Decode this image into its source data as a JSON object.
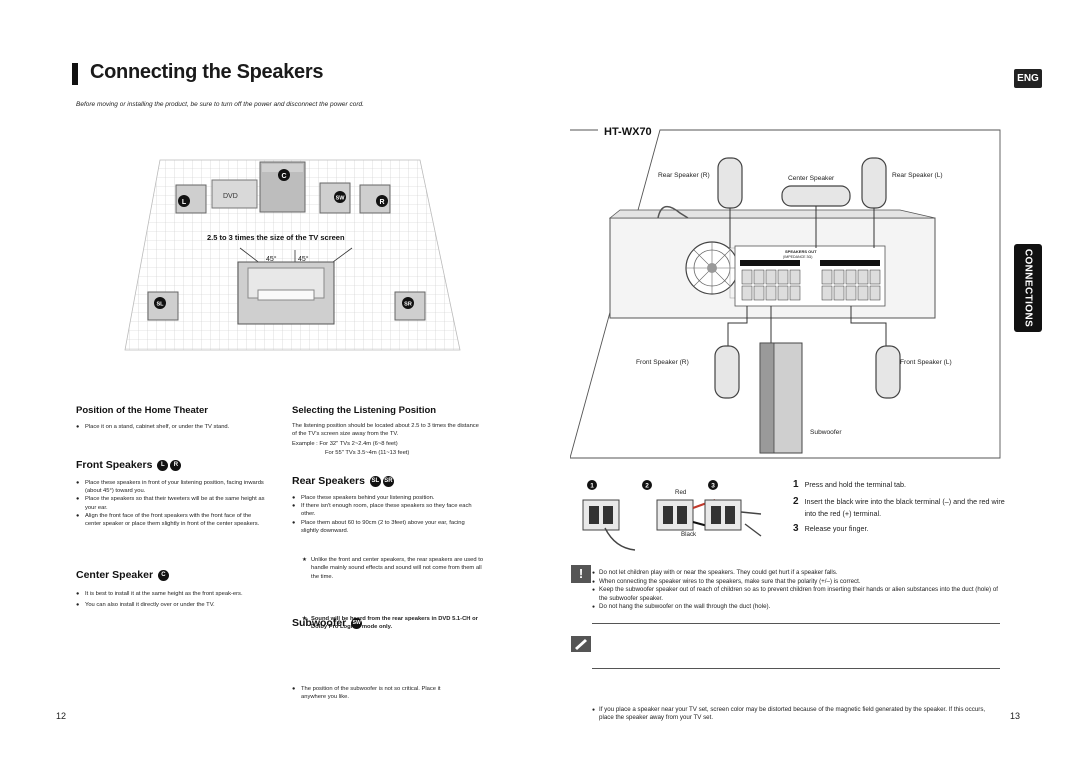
{
  "header": {
    "title": "Connecting the Speakers",
    "intro": "Before moving or installing the product, be sure to turn off the power and disconnect the power cord.",
    "lang_tab": "ENG",
    "section_tab": "CONNECTIONS"
  },
  "room_diagram": {
    "tv_label": "C",
    "dvd_label": "DVD",
    "l": "L",
    "r": "R",
    "sw": "SW",
    "sl": "SL",
    "sr": "SR",
    "distance": "2.5 to 3 times the size of the TV screen",
    "angle_left": "45°",
    "angle_right": "45°"
  },
  "left": {
    "home_theater_heading": "Position of the Home Theater",
    "home_theater_bullet": "Place it on a stand, cabinet shelf, or under the TV stand.",
    "front_heading": "Front Speakers",
    "front_badges": [
      "L",
      "R"
    ],
    "front_bullets": [
      "Place these speakers in front of your listening position, facing inwards (about 45°) toward you.",
      "Place the speakers so that their tweeters will be at the same height as your ear.",
      "Align the front face of the front speakers with the front face of the center speaker or place them slightly in front of the center speakers."
    ],
    "center_heading": "Center Speaker",
    "center_badge": "C",
    "center_bullets": [
      "It is best to install it at the same height as the front speak-ers.",
      "You can also install it directly over or under the TV."
    ]
  },
  "middle": {
    "listening_heading": "Selecting the Listening Position",
    "listening_text": "The listening position should be located about 2.5 to 3 times the distance of the TV's screen size away from the TV.",
    "listening_ex1": "Example : For 32\" TVs 2~2.4m (6~8 feet)",
    "listening_ex2": "For 55\" TVs 3.5~4m (11~13 feet)",
    "rear_heading": "Rear Speakers",
    "rear_badges": [
      "SL",
      "SR"
    ],
    "rear_bullets": [
      "Place these speakers behind your listening position.",
      "If there isn't enough room, place these speakers so they face each other.",
      "Place them about 60 to 90cm (2 to 3feet) above your ear, facing slightly downward."
    ],
    "rear_star1": "Unlike the front and center speakers, the rear speakers are used to handle mainly sound effects and sound will not come from them all the time.",
    "rear_star2": "Sound will be heard from the rear speakers in DVD 5.1-CH or Dolby Pro Logic II mode only.",
    "sub_heading": "Subwoofer",
    "sub_badge": "SW",
    "sub_bullet": "The position of the subwoofer is not so critical. Place it anywhere you like."
  },
  "wiring": {
    "model": "HT-WX70",
    "rear_r": "Rear Speaker (R)",
    "center": "Center Speaker",
    "rear_l": "Rear Speaker (L)",
    "front_r": "Front Speaker (R)",
    "front_l": "Front Speaker (L)",
    "subwoofer": "Subwoofer",
    "panel_title": "SPEAKERS OUT",
    "panel_sub": "(IMPEDANCE 3Ω)"
  },
  "steps": {
    "nums": [
      "1",
      "2",
      "3"
    ],
    "red": "Red",
    "black": "Black",
    "items": [
      {
        "n": "1",
        "text": "Press and hold the terminal tab."
      },
      {
        "n": "2",
        "text": "Insert the black wire into the black terminal (–) and the red wire into the red (+) terminal."
      },
      {
        "n": "3",
        "text": "Release your finger."
      }
    ]
  },
  "caution": [
    "Do not let children play with or near the speakers. They could get hurt if a speaker falls.",
    "When connecting the speaker wires to the speakers, make sure that the polarity (+/–) is correct.",
    "Keep the subwoofer speaker out of reach of children so as to prevent children from inserting their hands or alien substances into the duct (hole) of the subwoofer speaker.",
    "Do not hang the subwoofer on the wall through the duct (hole)."
  ],
  "note": "If you place a speaker near your TV set, screen color may be distorted because of the magnetic field generated by the speaker. If this occurs, place the speaker away from your TV set.",
  "pages": {
    "left": "12",
    "right": "13"
  }
}
